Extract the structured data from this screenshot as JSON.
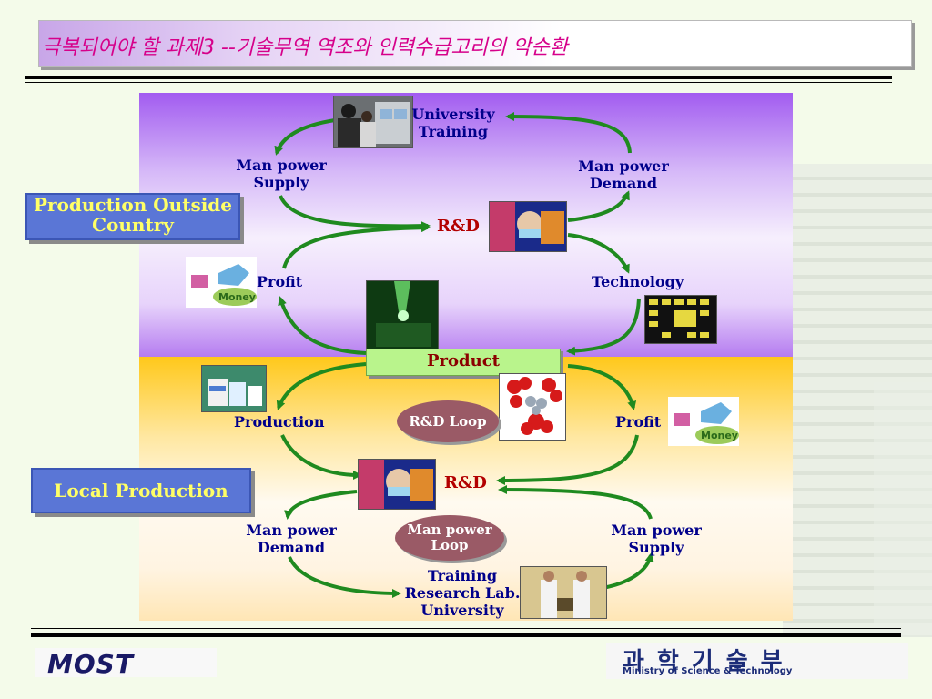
{
  "title": "극복되어야 할 과제3 --기술무역 역조와  인력수급고리의 악순환",
  "top_section": {
    "label": "Production Outside Country",
    "university_training": [
      "University",
      "Training"
    ],
    "man_power_supply": [
      "Man power",
      "Supply"
    ],
    "man_power_demand": [
      "Man power",
      "Demand"
    ],
    "rd": "R&D",
    "profit": "Profit",
    "technology": "Technology"
  },
  "product": "Product",
  "bottom_section": {
    "label": "Local Production",
    "production": "Production",
    "rd_loop": "R&D Loop",
    "profit": "Profit",
    "rd": "R&D",
    "man_power_demand": [
      "Man power",
      "Demand"
    ],
    "man_power_loop": [
      "Man power",
      "Loop"
    ],
    "man_power_supply": [
      "Man power",
      "Supply"
    ],
    "training_lab": [
      "Training",
      "Research Lab.",
      "University"
    ]
  },
  "money_sign": "Money",
  "footer": {
    "logo_text": "MOST",
    "ministry_korean": "과학기술부",
    "ministry_english": "Ministry of Science & Technology"
  },
  "colors": {
    "title_text": "#d6008a",
    "arrow": "#1f8a1f",
    "label_blue": "#00008b",
    "rd_red": "#b30000",
    "top_panel": "#a25cf0",
    "bottom_panel": "#ffc81a",
    "box_blue": "#5a76d6",
    "box_text": "#ffff66",
    "loop_fill": "#9a5a66"
  }
}
